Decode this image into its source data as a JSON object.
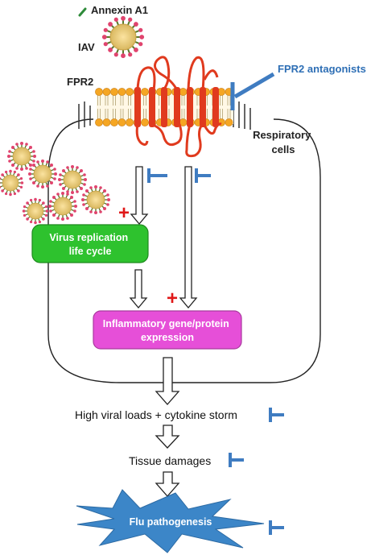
{
  "labels": {
    "annexin": "Annexin A1",
    "iav": "IAV",
    "fpr2": "FPR2",
    "antagonists": "FPR2 antagonists",
    "respiratory_line1": "Respiratory",
    "respiratory_line2": "cells",
    "virus_line1": "Virus replication",
    "virus_line2": "life cycle",
    "inflam_line1": "Inflammatory gene/protein",
    "inflam_line2": "expression",
    "high_viral": "High viral loads + cytokine storm",
    "tissue": "Tissue damages",
    "flu": "Flu pathogenesis",
    "plus": "+"
  },
  "colors": {
    "antagonist_blue": "#3f7cc1",
    "receptor_red": "#e03a1e",
    "lipid_orange": "#f5a623",
    "virus_box_green": "#2ec22e",
    "inflam_box_magenta": "#e64fd8",
    "flu_star_blue": "#3c86c8",
    "plus_red": "#e01818"
  }
}
